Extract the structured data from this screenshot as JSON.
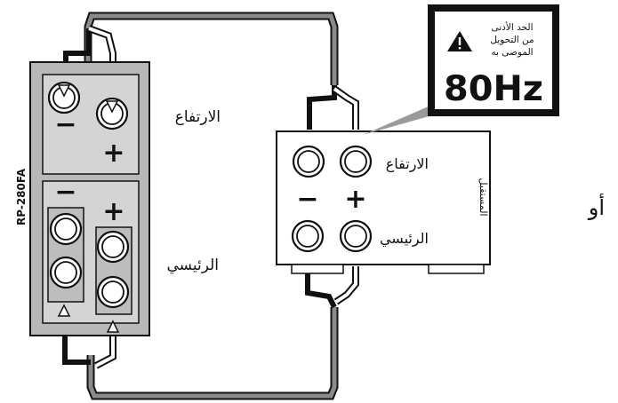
{
  "speaker": {
    "model": "RP-280FA",
    "high_label": "الارتفاع",
    "low_label": "الرئيسي"
  },
  "receiver": {
    "label": "المستقبل",
    "high_label": "الارتفاع",
    "low_label": "الرئيسي"
  },
  "polarity": {
    "minus": "−",
    "plus": "+"
  },
  "note": {
    "lines": [
      "الحد الأدنى",
      "من التحويل",
      "الموصى به"
    ],
    "frequency": "80Hz"
  },
  "or_label": "أو"
}
